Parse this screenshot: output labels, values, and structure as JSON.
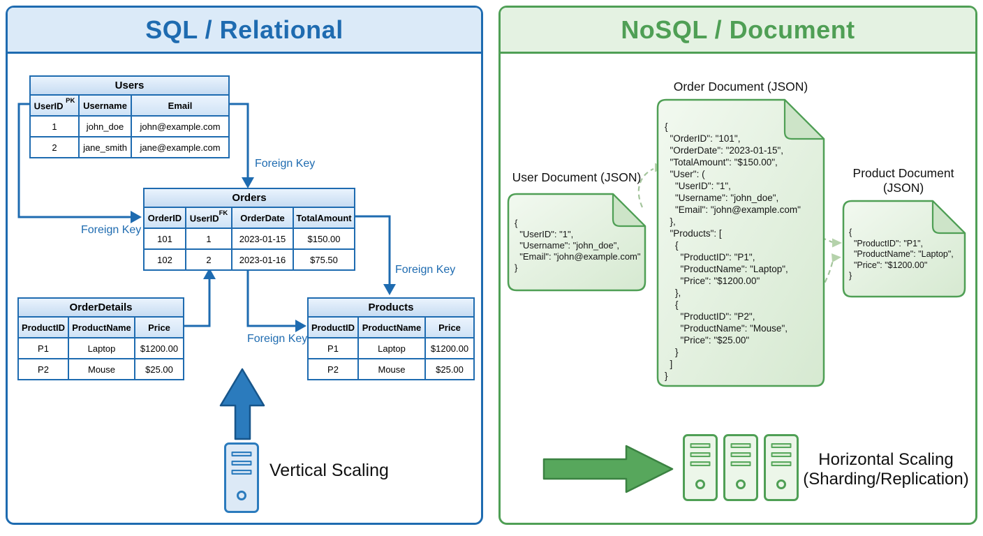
{
  "colors": {
    "blue-line": "#1e6bb0",
    "blue-fill": "#dbeaf8",
    "blue-arrow": "#2b7bbd",
    "blue-arrow-edge": "#17558a",
    "green-line": "#4f9f55",
    "green-fill": "#e4f2e2",
    "green-doc-fold": "#cde4c8",
    "green-arrow": "#57a75c",
    "green-arrow-edge": "#3b8242",
    "sage-dash": "#a3c49b",
    "sage-head": "#b5d2ab"
  },
  "sql_panel": {
    "title": "SQL / Relational",
    "tables": [
      {
        "id": "users",
        "title": "Users",
        "columns": [
          {
            "label": "UserID ",
            "sup": "PK"
          },
          {
            "label": "Username"
          },
          {
            "label": "Email"
          }
        ],
        "rows": [
          [
            "1",
            "john_doe",
            "john@example.com"
          ],
          [
            "2",
            "jane_smith",
            "jane@example.com"
          ]
        ]
      },
      {
        "id": "orders",
        "title": "Orders",
        "columns": [
          {
            "label": "OrderID"
          },
          {
            "label": "UserID",
            "sup": "FK"
          },
          {
            "label": "OrderDate"
          },
          {
            "label": "TotalAmount"
          }
        ],
        "rows": [
          [
            "101",
            "1",
            "2023-01-15",
            "$150.00"
          ],
          [
            "102",
            "2",
            "2023-01-16",
            "$75.50"
          ]
        ]
      },
      {
        "id": "orderdetails",
        "title": "OrderDetails",
        "columns": [
          {
            "label": "ProductID"
          },
          {
            "label": "ProductName"
          },
          {
            "label": "Price"
          }
        ],
        "rows": [
          [
            "P1",
            "Laptop",
            "$1200.00"
          ],
          [
            "P2",
            "Mouse",
            "$25.00"
          ]
        ]
      },
      {
        "id": "products",
        "title": "Products",
        "columns": [
          {
            "label": "ProductID"
          },
          {
            "label": "ProductName"
          },
          {
            "label": "Price"
          }
        ],
        "rows": [
          [
            "P1",
            "Laptop",
            "$1200.00"
          ],
          [
            "P2",
            "Mouse",
            "$25.00"
          ]
        ]
      }
    ],
    "fk_labels": [
      "Foreign Key",
      "Foreign Key",
      "Foreign Key",
      "Foreign Key"
    ],
    "scaling_label": "Vertical Scaling"
  },
  "nosql_panel": {
    "title": "NoSQL / Document",
    "documents": [
      {
        "id": "user-doc",
        "title_lines": [
          "User Document (JSON)"
        ],
        "json_lines": [
          "{",
          "  \"UserID\": \"1\",",
          "  \"Username\": \"john_doe\",",
          "  \"Email\": \"john@example.com\"",
          "}"
        ]
      },
      {
        "id": "order-doc",
        "title_lines": [
          "Order Document (JSON)"
        ],
        "json_lines": [
          "{",
          "  \"OrderID\": \"101\",",
          "  \"OrderDate\": \"2023-01-15\",",
          "  \"TotalAmount\": \"$150.00\",",
          "  \"User\": (",
          "    \"UserID\": \"1\",",
          "    \"Username\": \"john_doe\",",
          "    \"Email\": \"john@example.com\"",
          "  },",
          "  \"Products\": [",
          "    {",
          "      \"ProductID\": \"P1\",",
          "      \"ProductName\": \"Laptop\",",
          "      \"Price\": \"$1200.00\"",
          "    },",
          "    {",
          "      \"ProductID\": \"P2\",",
          "      \"ProductName\": \"Mouse\",",
          "      \"Price\": \"$25.00\"",
          "    }",
          "  ]",
          "}"
        ]
      },
      {
        "id": "product-doc",
        "title_lines": [
          "Product Document",
          "(JSON)"
        ],
        "json_lines": [
          "{",
          "  \"ProductID\": \"P1\",",
          "  \"ProductName\": \"Laptop\",",
          "  \"Price\": \"$1200.00\"",
          "}"
        ]
      }
    ],
    "scaling_label_line1": "Horizontal Scaling",
    "scaling_label_line2": "(Sharding/Replication)"
  }
}
